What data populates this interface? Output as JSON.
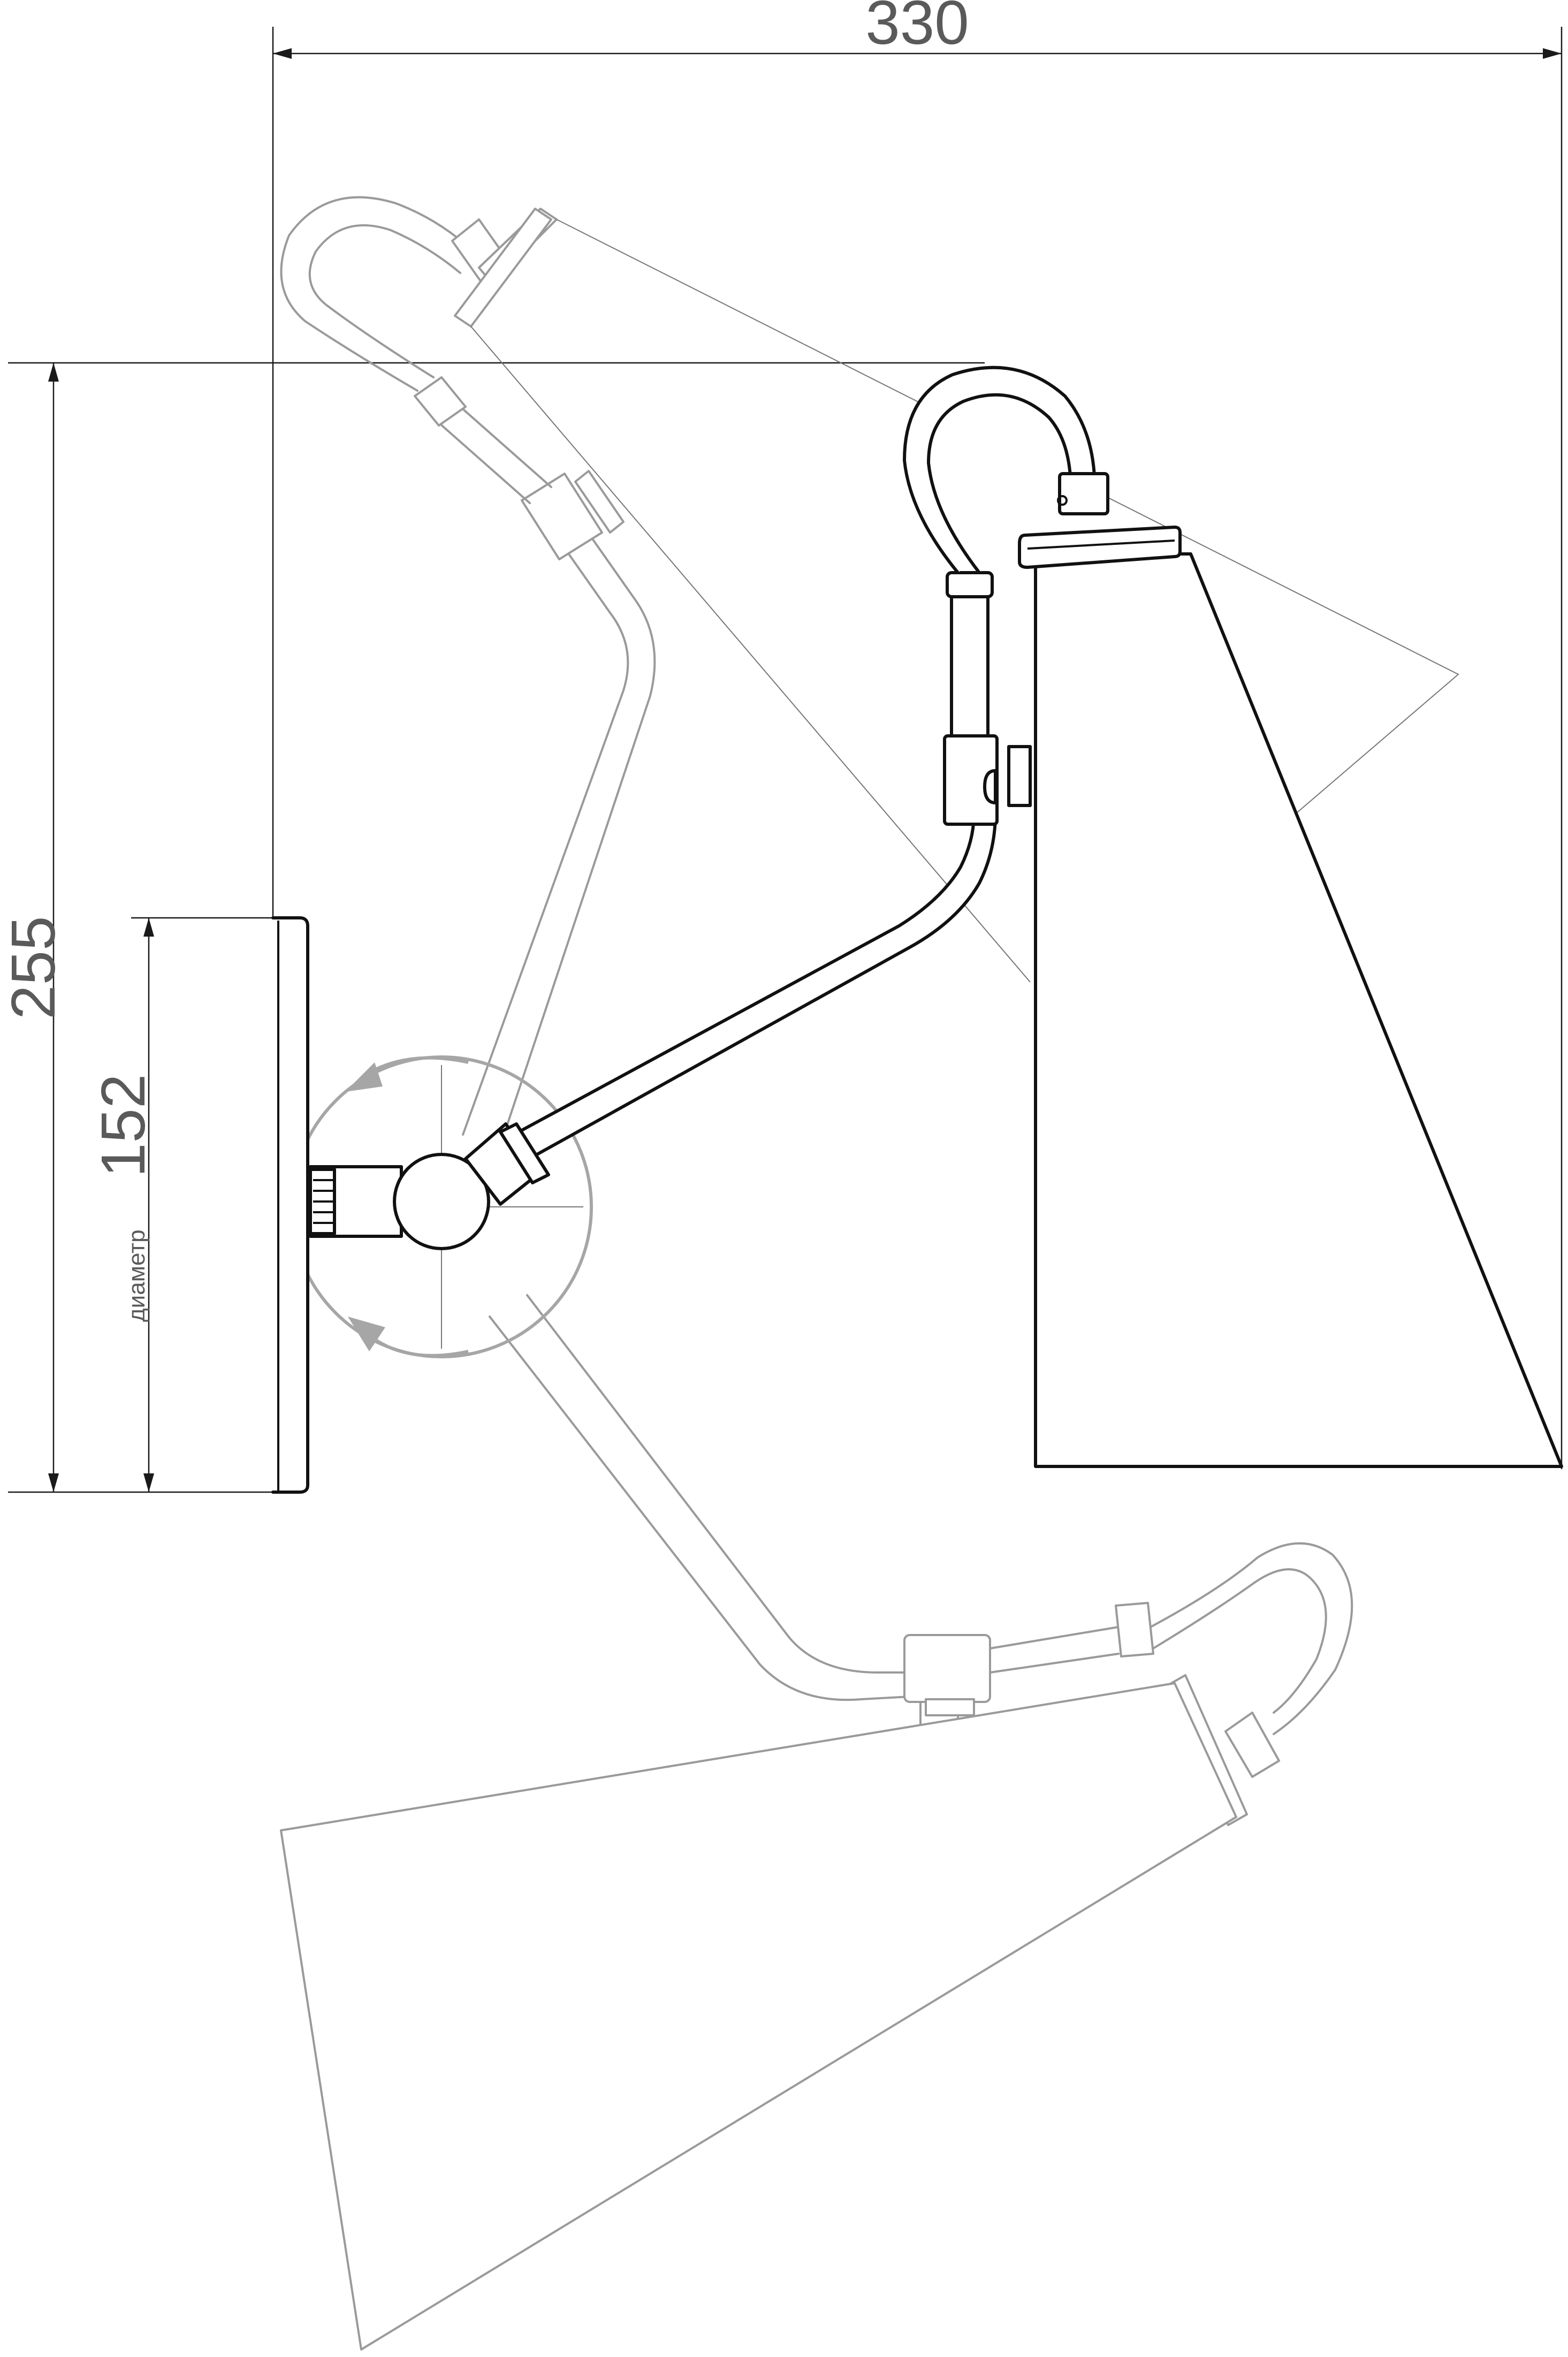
{
  "drawing": {
    "dimensions": {
      "width": "330",
      "height": "255",
      "diameter": "152",
      "diameter_label": "диаметр"
    },
    "colors": {
      "dimension_text": "#5a5a5a",
      "main_outline": "#111111",
      "ghost_outline": "#9a9a9a",
      "rotation_arrow": "#a6a6a6"
    },
    "icons": {
      "rotate_up": "curved-arrow-left-icon",
      "rotate_down": "curved-arrow-left-icon"
    }
  }
}
